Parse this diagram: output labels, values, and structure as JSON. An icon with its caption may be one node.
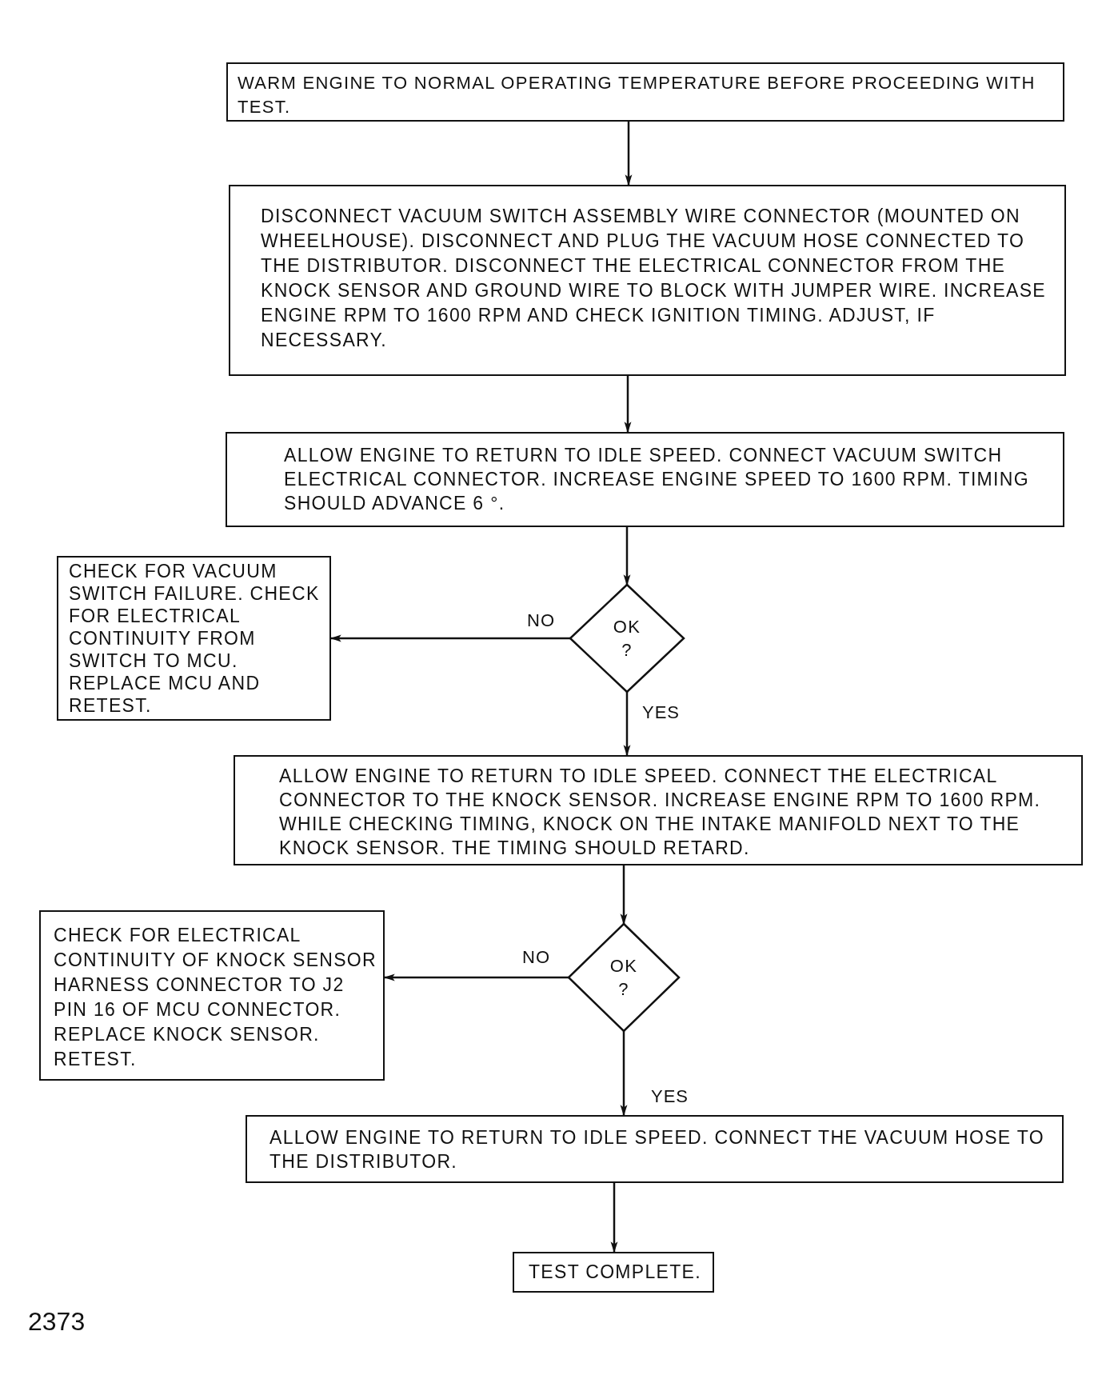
{
  "diagram": {
    "nodes": [
      {
        "text": [
          "WARM ENGINE TO NORMAL OPERATING TEMPERATURE BEFORE PROCEEDING WITH TEST."
        ]
      },
      {
        "text": [
          "DISCONNECT VACUUM SWITCH ASSEMBLY WIRE CONNECTOR (MOUNTED ON WHEELHOUSE). DISCONNECT AND PLUG THE VACUUM HOSE CONNECTED TO THE DISTRIBUTOR. DISCONNECT THE ELECTRICAL CONNECTOR FROM THE KNOCK SENSOR AND GROUND WIRE TO BLOCK WITH JUMPER WIRE. INCREASE ENGINE RPM TO 1600 RPM AND CHECK IGNITION TIMING. ADJUST, IF NECESSARY."
        ]
      },
      {
        "text": [
          "ALLOW ENGINE TO RETURN TO IDLE SPEED. CONNECT VACUUM SWITCH ELECTRICAL CONNECTOR. INCREASE ENGINE SPEED TO 1600 RPM. TIMING SHOULD ADVANCE 6 °."
        ]
      },
      {
        "text": [
          "CHECK FOR VACUUM SWITCH FAILURE. CHECK FOR ELECTRICAL CONTINUITY FROM SWITCH TO MCU. REPLACE MCU AND RETEST."
        ]
      },
      {
        "text": [
          "OK ?"
        ]
      },
      {
        "text": [
          "ALLOW ENGINE TO RETURN TO IDLE SPEED. CONNECT THE ELECTRICAL CONNECTOR TO THE KNOCK SENSOR. INCREASE ENGINE RPM TO 1600 RPM. WHILE CHECKING TIMING, KNOCK ON THE INTAKE MANIFOLD NEXT TO THE KNOCK SENSOR. THE TIMING SHOULD RETARD."
        ]
      },
      {
        "text": [
          "CHECK FOR ELECTRICAL CONTINUITY OF KNOCK SENSOR HARNESS CONNECTOR TO J2 PIN 16 OF MCU CONNECTOR. REPLACE KNOCK SENSOR. RETEST."
        ]
      },
      {
        "text": [
          "OK ?"
        ]
      },
      {
        "text": [
          "ALLOW ENGINE TO RETURN TO IDLE SPEED. CONNECT THE VACUUM HOSE TO THE DISTRIBUTOR."
        ]
      },
      {
        "text": [
          "TEST COMPLETE."
        ]
      }
    ],
    "edges": [
      {
        "from": 0,
        "to": 1,
        "arrow": "to"
      },
      {
        "from": 1,
        "to": 2,
        "arrow": "to"
      },
      {
        "from": 2,
        "to": 4,
        "arrow": "to"
      },
      {
        "from": 4,
        "to": 3,
        "arrow": "to",
        "label": "NO"
      },
      {
        "from": 4,
        "to": 5,
        "arrow": "to",
        "label": "YES"
      },
      {
        "from": 5,
        "to": 7,
        "arrow": "to"
      },
      {
        "from": 7,
        "to": 6,
        "arrow": "to",
        "label": "NO"
      },
      {
        "from": 7,
        "to": 8,
        "arrow": "to",
        "label": "YES"
      },
      {
        "from": 8,
        "to": 9,
        "arrow": "to"
      }
    ],
    "labels": [
      "2373"
    ]
  }
}
